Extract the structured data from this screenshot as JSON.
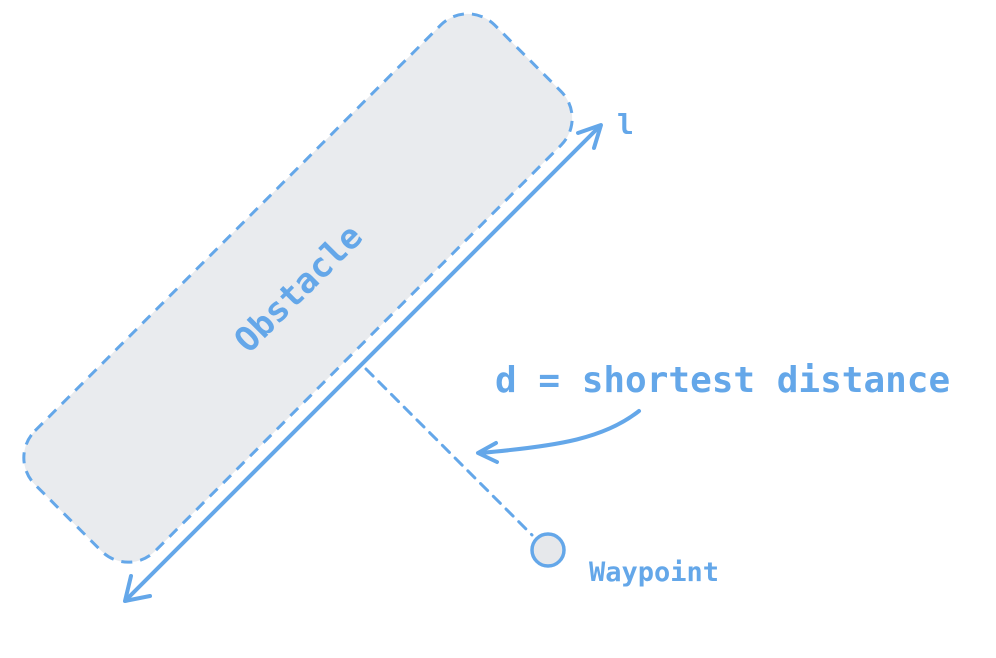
{
  "labels": {
    "obstacle": "Obstacle",
    "line": "l",
    "distance": "d = shortest distance",
    "waypoint": "Waypoint"
  },
  "colors": {
    "accent": "#64a7e9",
    "obstacle_fill": "#e9ebee",
    "waypoint_fill": "#e6e8eb",
    "background": "#ffffff"
  }
}
